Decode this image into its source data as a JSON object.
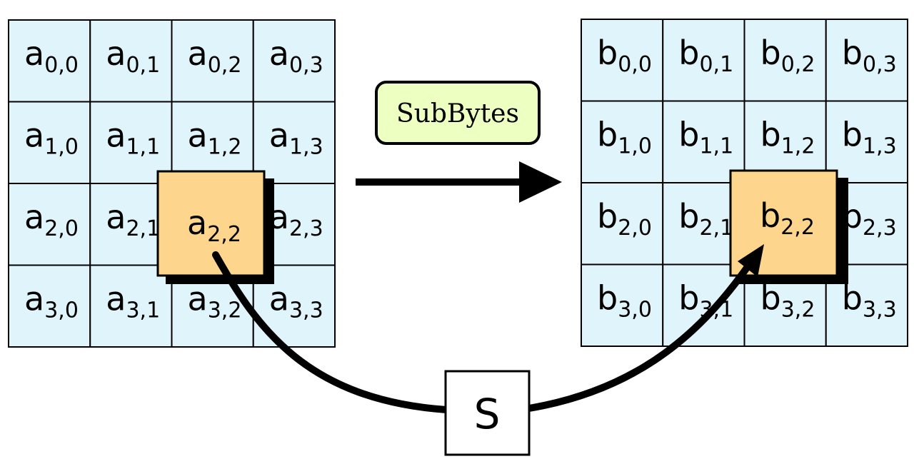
{
  "colors": {
    "cell_fill": "#e0f4fc",
    "highlight_fill": "#fed58c",
    "label_fill": "#eeffc2",
    "stroke": "#000000",
    "shadow": "#000000"
  },
  "input_state": {
    "letter": "a",
    "highlight": [
      2,
      2
    ],
    "cells": [
      [
        "0,0",
        "0,1",
        "0,2",
        "0,3"
      ],
      [
        "1,0",
        "1,1",
        "1,2",
        "1,3"
      ],
      [
        "2,0",
        "2,1",
        "2,2",
        "2,3"
      ],
      [
        "3,0",
        "3,1",
        "3,2",
        "3,3"
      ]
    ]
  },
  "output_state": {
    "letter": "b",
    "highlight": [
      2,
      2
    ],
    "cells": [
      [
        "0,0",
        "0,1",
        "0,2",
        "0,3"
      ],
      [
        "1,0",
        "1,1",
        "1,2",
        "1,3"
      ],
      [
        "2,0",
        "2,1",
        "2,2",
        "2,3"
      ],
      [
        "3,0",
        "3,1",
        "3,2",
        "3,3"
      ]
    ]
  },
  "operation": {
    "label": "SubBytes"
  },
  "sbox": {
    "label": "S"
  }
}
